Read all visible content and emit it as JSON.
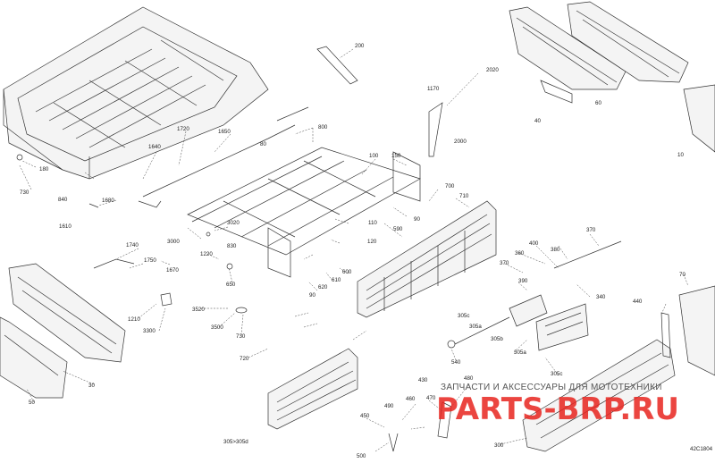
{
  "diagram": {
    "labels": [
      "200",
      "2020",
      "1170",
      "800",
      "1720",
      "1650",
      "1640",
      "80",
      "1680",
      "840",
      "180",
      "730",
      "1610",
      "100",
      "150",
      "2000",
      "40",
      "60",
      "10",
      "700",
      "710",
      "90",
      "3020",
      "3000",
      "110",
      "590",
      "830",
      "1220",
      "1670",
      "1740",
      "1750",
      "650",
      "600",
      "610",
      "620",
      "90",
      "120",
      "400",
      "380",
      "370",
      "360",
      "370",
      "340",
      "390",
      "70",
      "1210",
      "3300",
      "3520",
      "3500",
      "730",
      "720",
      "305c",
      "305a",
      "305b",
      "440",
      "540",
      "305a",
      "305c",
      "30",
      "50",
      "470",
      "480",
      "430",
      "460",
      "490",
      "450",
      "500",
      "305>305d",
      "300",
      "42C1804"
    ],
    "watermark": {
      "caption": "ЗАПЧАСТИ И АКСЕССУАРЫ ДЛЯ МОТОТЕХНИКИ",
      "logo": "PARTS-BRP.RU"
    }
  }
}
